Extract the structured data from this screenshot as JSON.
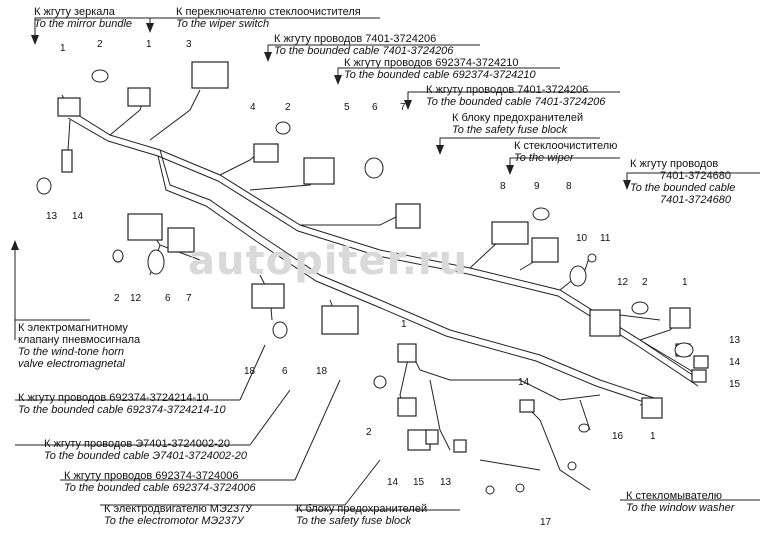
{
  "labels": {
    "mirror": {
      "ru": "К жгуту зеркала",
      "en": "To the mirror bundle"
    },
    "wiper_switch": {
      "ru": "К переключателю стеклоочистителя",
      "en": "To the wiper switch"
    },
    "bundle_7401_a": {
      "ru": "К жгуту проводов 7401-3724206",
      "en": "To the bounded cable 7401-3724206"
    },
    "bundle_692374_3724210": {
      "ru": "К жгуту проводов 692374-3724210",
      "en": "To the bounded cable 692374-3724210"
    },
    "bundle_7401_b": {
      "ru": "К жгуту проводов 7401-3724206",
      "en": "To the bounded cable 7401-3724206"
    },
    "fuse_block_top": {
      "ru": "К блоку предохранителей",
      "en": "To the safety fuse block"
    },
    "wiper": {
      "ru": "К стеклоочистителю",
      "en": "To the wiper"
    },
    "bundle_7401_3724680": {
      "ru1": "К жгуту проводов",
      "ru2": "7401-3724680",
      "en1": "To the bounded cable",
      "en2": "7401-3724680"
    },
    "horn_valve": {
      "ru1": "К электромагнитному",
      "ru2": "клапану пневмосигнала",
      "en1": "To the wind-tone horn",
      "en2": "valve electromagnetal"
    },
    "bundle_3724214": {
      "ru": "К жгуту проводов 692374-3724214-10",
      "en": "To the bounded cable 692374-3724214-10"
    },
    "bundle_e7401": {
      "ru": "К жгуту проводов Э7401-3724002-20",
      "en": "To the bounded cable Э7401-3724002-20"
    },
    "bundle_3724006": {
      "ru": "К жгуту проводов 692374-3724006",
      "en": "To the bounded cable 692374-3724006"
    },
    "electromotor": {
      "ru": "К электродвигателю МЭ237У",
      "en": "To the electromotor МЭ237У"
    },
    "fuse_block_bottom": {
      "ru": "К блоку предохранителей",
      "en": "To the safety fuse block"
    },
    "washer": {
      "ru": "К стекломывателю",
      "en": "To the window washer"
    }
  },
  "callouts": [
    "1",
    "2",
    "1",
    "3",
    "4",
    "2",
    "5",
    "6",
    "7",
    "13",
    "14",
    "2",
    "12",
    "6",
    "7",
    "8",
    "9",
    "8",
    "10",
    "11",
    "12",
    "2",
    "1",
    "13",
    "14",
    "15",
    "18",
    "6",
    "18",
    "1",
    "2",
    "14",
    "16",
    "1",
    "14",
    "15",
    "13",
    "17"
  ],
  "watermark": "autopiter.ru"
}
